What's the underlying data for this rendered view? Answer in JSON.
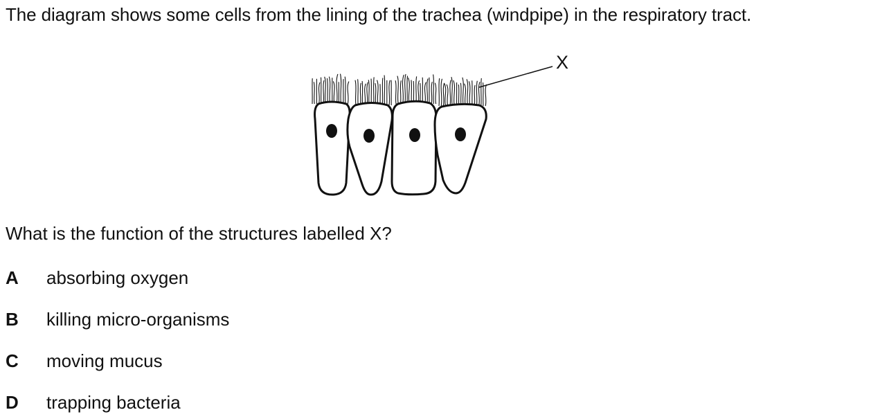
{
  "question": {
    "intro": "The diagram shows some cells from the lining of the trachea (windpipe) in the respiratory tract.",
    "prompt": "What is the function of the structures labelled X?"
  },
  "diagram": {
    "label": "X"
  },
  "options": [
    {
      "letter": "A",
      "text": "absorbing oxygen"
    },
    {
      "letter": "B",
      "text": "killing micro-organisms"
    },
    {
      "letter": "C",
      "text": "moving mucus"
    },
    {
      "letter": "D",
      "text": "trapping bacteria"
    }
  ]
}
